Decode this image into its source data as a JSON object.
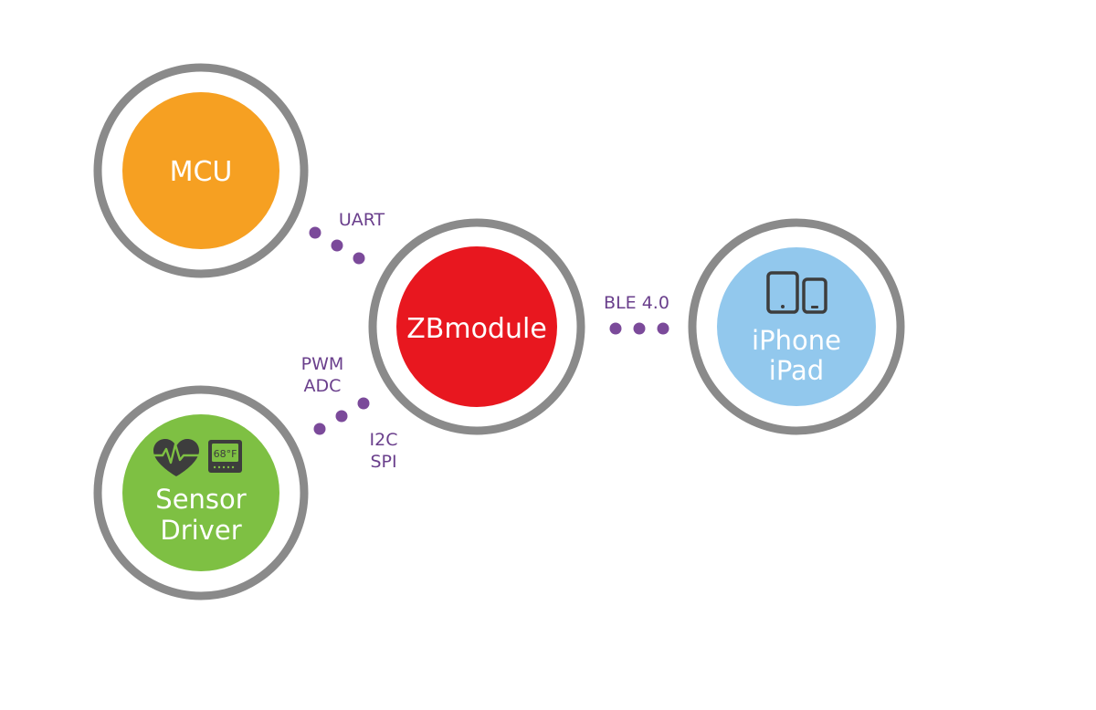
{
  "colors": {
    "ring": "#8a8a8a",
    "mcu": "#f6a022",
    "zbmodule": "#e8171f",
    "sensor": "#7ec043",
    "iphone": "#92c8ed",
    "connector": "#7b4a9a",
    "connector_label": "#6a3f8c",
    "icon_dark": "#3d3d3d"
  },
  "nodes": {
    "mcu": {
      "label": "MCU"
    },
    "zbmodule": {
      "label": "ZBmodule"
    },
    "sensor": {
      "line1": "Sensor",
      "line2": "Driver",
      "thermostat_reading": "68°F"
    },
    "iphone": {
      "line1": "iPhone",
      "line2": "iPad"
    }
  },
  "connections": {
    "uart": {
      "label": "UART"
    },
    "pwm_adc": {
      "line1": "PWM",
      "line2": "ADC"
    },
    "i2c_spi": {
      "line1": "I2C",
      "line2": "SPI"
    },
    "ble": {
      "label": "BLE 4.0"
    }
  },
  "icons": {
    "heart": "heart-pulse-icon",
    "thermostat": "thermostat-icon",
    "tablet": "tablet-icon",
    "phone": "phone-icon"
  }
}
